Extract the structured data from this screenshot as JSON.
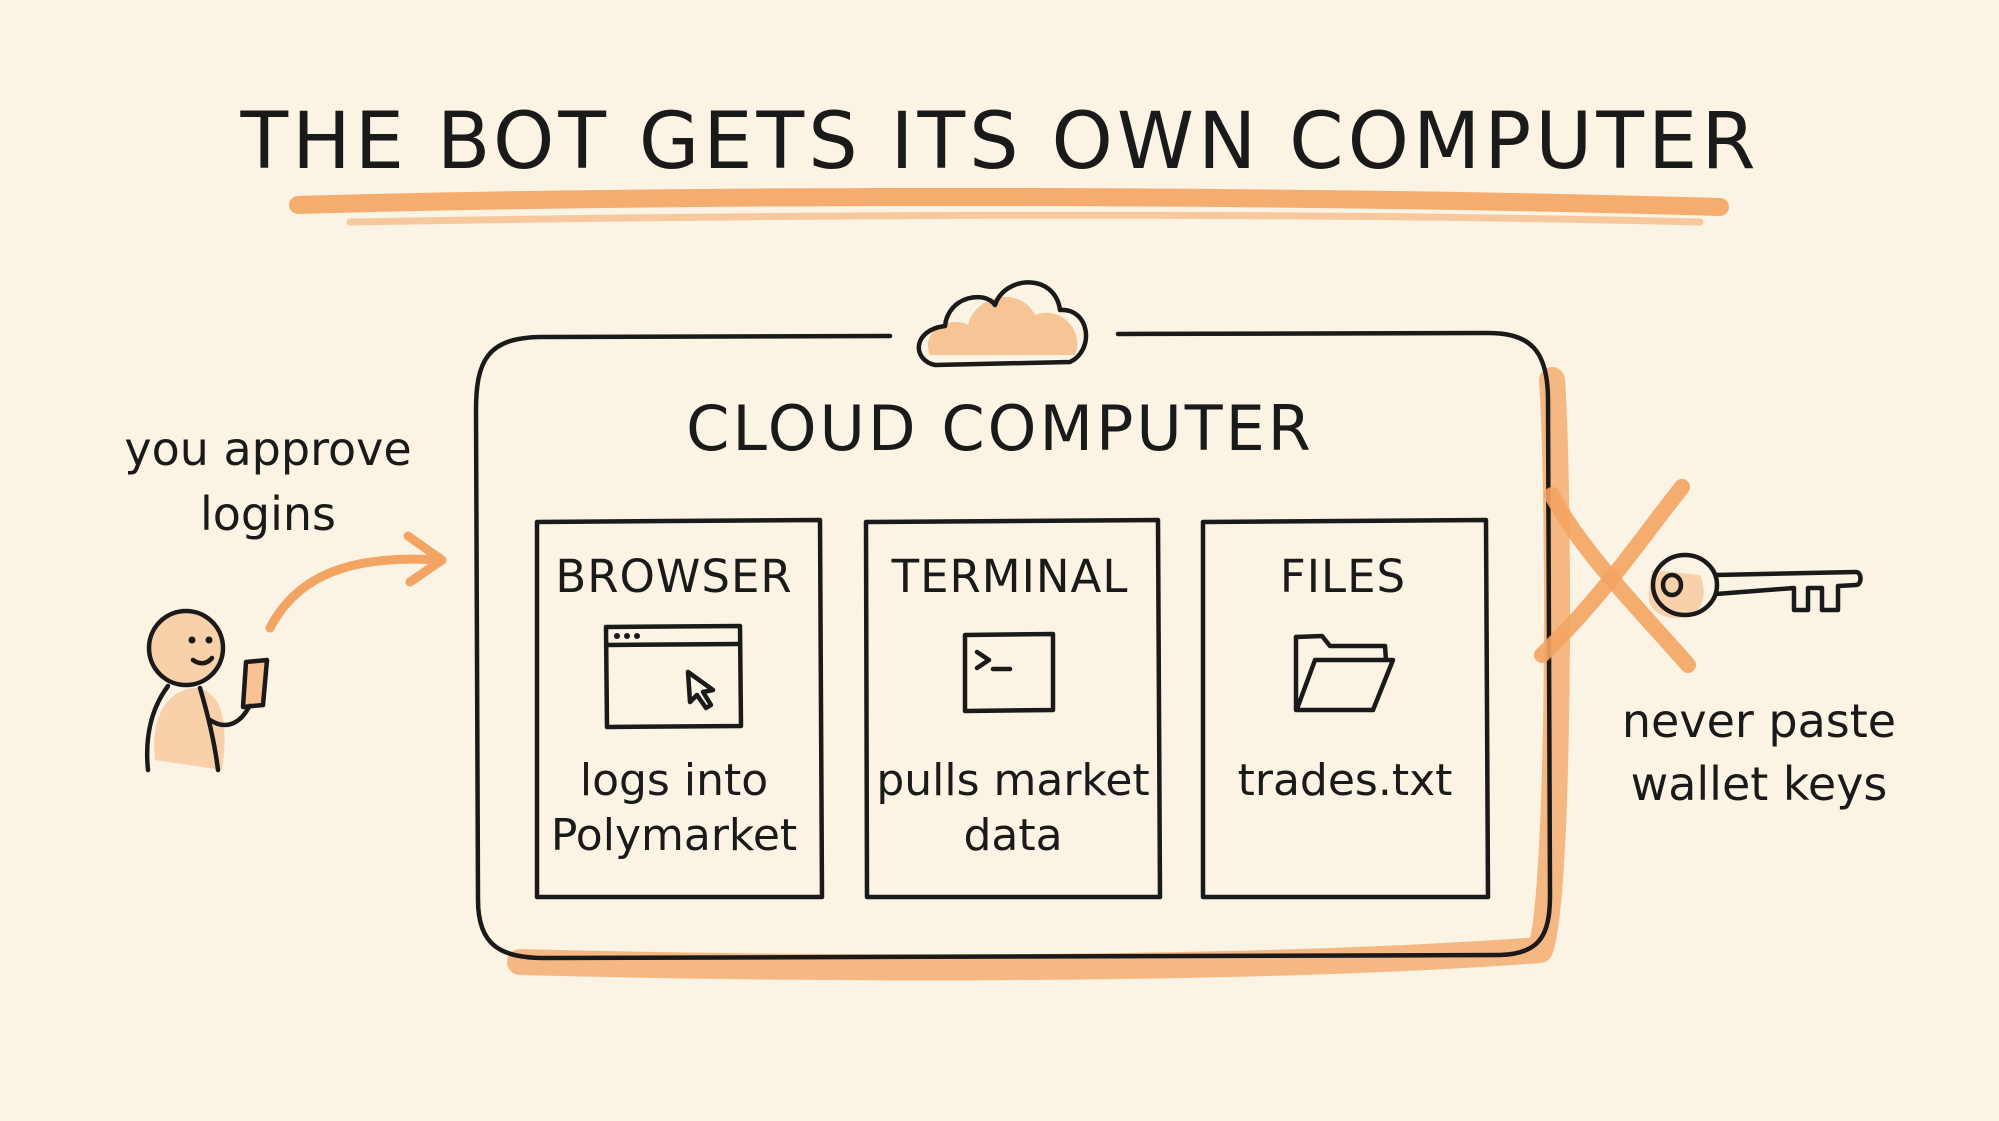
{
  "title": "THE BOT GETS ITS OWN COMPUTER",
  "cloud_computer": {
    "label": "CLOUD COMPUTER",
    "icon": "cloud-icon",
    "panels": [
      {
        "title": "BROWSER",
        "icon": "browser-window-icon",
        "lines": [
          "logs into",
          "Polymarket"
        ]
      },
      {
        "title": "TERMINAL",
        "icon": "terminal-icon",
        "lines": [
          "pulls market",
          "data"
        ]
      },
      {
        "title": "FILES",
        "icon": "folder-icon",
        "lines": [
          "trades.txt"
        ]
      }
    ]
  },
  "left_note": {
    "lines": [
      "you approve",
      "logins"
    ],
    "icon": "person-with-phone-icon"
  },
  "right_note": {
    "lines": [
      "never paste",
      "wallet keys"
    ],
    "icon": "crossed-key-icon"
  },
  "colors": {
    "background": "#fbf3e4",
    "ink": "#1a1a1a",
    "accent": "#f4a462"
  }
}
